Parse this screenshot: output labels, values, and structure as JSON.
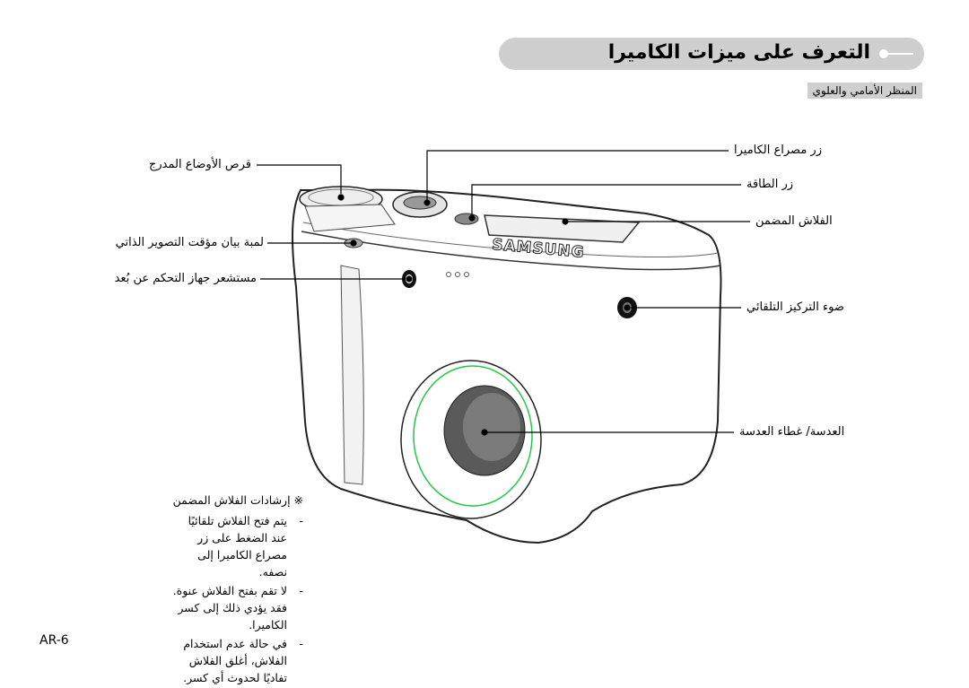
{
  "header": {
    "title": "التعرف على ميزات الكاميرا"
  },
  "subtitle": "المنظر الأمامي والعلوي",
  "labels": {
    "mode_dial": "قرص الأوضاع المدرج",
    "self_timer_lamp": "لمبة بيان مؤقت التصوير الذاتي",
    "remote_sensor": "مستشعر جهاز التحكم عن بُعد",
    "shutter_button": "زر مصراع الكاميرا",
    "power_button": "زر الطاقة",
    "flash": "الفلاش المضمن",
    "af_lamp": "ضوء التركيز التلقائي",
    "lens": "العدسة/ غطاء العدسة"
  },
  "camera": {
    "brand": "SAMSUNG"
  },
  "notes": {
    "title": "※ إرشادات الفلاش المضمن",
    "items": [
      "يتم فتح الفلاش تلقائيًا عند الضغط على زر مصراع الكاميرا إلى نصفه.",
      "لا تقم بفتح الفلاش عنوة. فقد يؤدي ذلك إلى كسر الكاميرا.",
      "في حالة عدم استخدام الفلاش، أغلق الفلاش تفاديًا لحدوث أي كسر."
    ]
  },
  "page_number": "AR-6"
}
